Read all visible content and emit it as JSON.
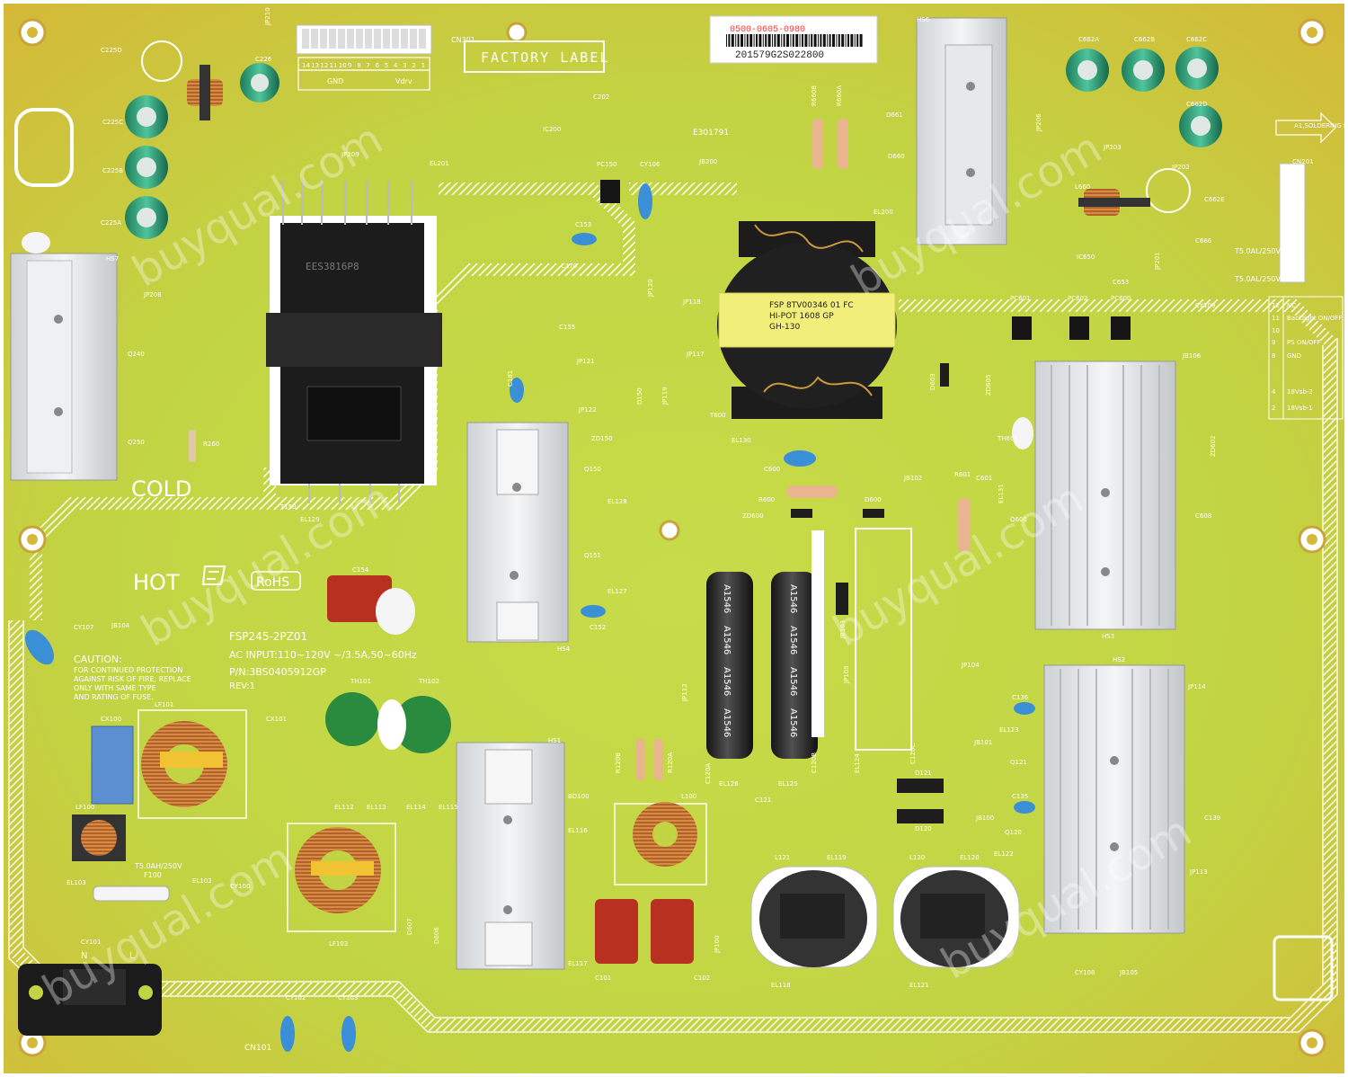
{
  "board": {
    "model": "FSP245-2PZ01",
    "ac_input": "AC INPUT:110~120V ~/3.5A,50~60Hz",
    "part_number": "P/N:3BS0405912GP",
    "revision": "REV:1",
    "factory_label": "FACTORY LABEL",
    "rohs": "RoHS",
    "cold": "COLD",
    "hot": "HOT",
    "caution_title": "CAUTION:",
    "caution_lines": [
      "FOR CONTINUED PROTECTION",
      "AGAINST RISK OF FIRE, REPLACE",
      "ONLY WITH SAME TYPE",
      "AND RATING OF FUSE."
    ],
    "solder_direction": "A1,SOLDERING DIRECTION",
    "ul_mark": "E301791",
    "barcode_top": "0500-0605-0980",
    "barcode_bottom": "201579G2S022800",
    "fuse_main": "T5.0AH/250V",
    "fuse_main_ref": "F100",
    "fuse_660": "T5.0AL/250V",
    "fuse_661": "T5.0AL/250V",
    "transformer_t150": "EES3816P8",
    "transformer_t600_lines": [
      "FSP 8TV00346 01 FC",
      "HI-POT 1608 GP",
      "GH-130"
    ],
    "cap_code": "A1546"
  },
  "connectors": {
    "cn301": "CN301",
    "cn301_pins": [
      "14",
      "13",
      "12",
      "11",
      "10",
      "9",
      "8",
      "7",
      "6",
      "5",
      "4",
      "3",
      "2",
      "1"
    ],
    "cn301_gnd": "GND",
    "cn301_vdrv": "Vdrv",
    "cn201": "CN201",
    "cn201_pins": [
      {
        "num": "12",
        "label": "NC"
      },
      {
        "num": "11",
        "label": "Backlight ON/OFF"
      },
      {
        "num": "10",
        "label": ""
      },
      {
        "num": "9",
        "label": "PS ON/OFF"
      },
      {
        "num": "8",
        "label": "GND"
      },
      {
        "num": "4",
        "label": "18Vsb-2"
      },
      {
        "num": "2",
        "label": "18Vsb-1"
      }
    ],
    "cn101": "CN101",
    "cn101_n": "N",
    "cn101_l": "L"
  },
  "labels": [
    "JP210",
    "C225D",
    "C226",
    "C225C",
    "C225B",
    "C225A",
    "JP209",
    "EL201",
    "HS7",
    "JP208",
    "Q240",
    "Q250",
    "R260",
    "T150",
    "EL129",
    "IC200",
    "C202",
    "PC150",
    "CY106",
    "JB200",
    "C153",
    "C170",
    "C155",
    "JP120",
    "JP118",
    "JP117",
    "JP121",
    "C181",
    "D150",
    "JP119",
    "JP122",
    "ZD150",
    "Q150",
    "EL128",
    "Q151",
    "EL127",
    "C152",
    "HS4",
    "C154",
    "CY107",
    "JB104",
    "TH101",
    "TH102",
    "CX100",
    "LF101",
    "CX101",
    "LF100",
    "EL103",
    "EL102",
    "CY100",
    "CY101",
    "EL112",
    "EL113",
    "EL114",
    "EL115",
    "LF102",
    "D607",
    "D606",
    "HS1",
    "BD100",
    "EL116",
    "R120B",
    "R120A",
    "L100",
    "C101",
    "EL117",
    "C102",
    "JP100",
    "JP112",
    "CY102",
    "CY103",
    "R660B",
    "R660A",
    "D661",
    "D660",
    "HS6",
    "JP206",
    "JP203",
    "JP202",
    "L660",
    "C662A",
    "C662B",
    "C662C",
    "C662D",
    "C662E",
    "C666",
    "IC650",
    "C653",
    "JP201",
    "EL200",
    "PC601",
    "PC602",
    "PC600",
    "CY109",
    "T600",
    "EL130",
    "D603",
    "ZD605",
    "HS3",
    "TH601",
    "JB106",
    "JP100",
    "C600",
    "R600",
    "ZD600",
    "D600",
    "JB102",
    "R601",
    "C601",
    "EL131",
    "Q600",
    "C608",
    "ZD602",
    "JB103",
    "JP105",
    "JP104",
    "C120A",
    "EL126",
    "C120B",
    "EL125",
    "C121",
    "EL124",
    "C120C",
    "D121",
    "D120",
    "JB101",
    "EL123",
    "Q121",
    "C136",
    "HS2",
    "JP114",
    "C135",
    "JB100",
    "Q120",
    "EL122",
    "C139",
    "JP113",
    "L121",
    "EL119",
    "L120",
    "EL120",
    "EL118",
    "EL121",
    "CY108",
    "JB105"
  ],
  "watermark": "buyqual.com"
}
